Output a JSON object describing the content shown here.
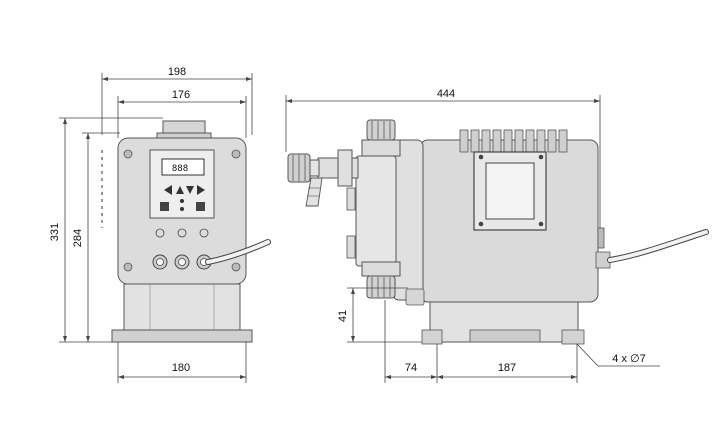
{
  "dimensions": {
    "width_overall": "198",
    "width_housing": "176",
    "height_overall": "331",
    "height_housing": "284",
    "width_base": "180",
    "length_overall": "444",
    "base_height": "41",
    "offset_front": "74",
    "base_length": "187",
    "mounting_holes": "4 x ∅7"
  },
  "display": {
    "value": "888"
  },
  "colors": {
    "housing_fill": "#d9d9d9",
    "base_fill": "#e4e4e4",
    "line": "#444444",
    "display_fill": "#ffffff"
  },
  "icons": {
    "left_arrow": "left-triangle",
    "up_arrow": "up-triangle",
    "down_arrow": "down-triangle",
    "right_arrow": "right-triangle"
  }
}
